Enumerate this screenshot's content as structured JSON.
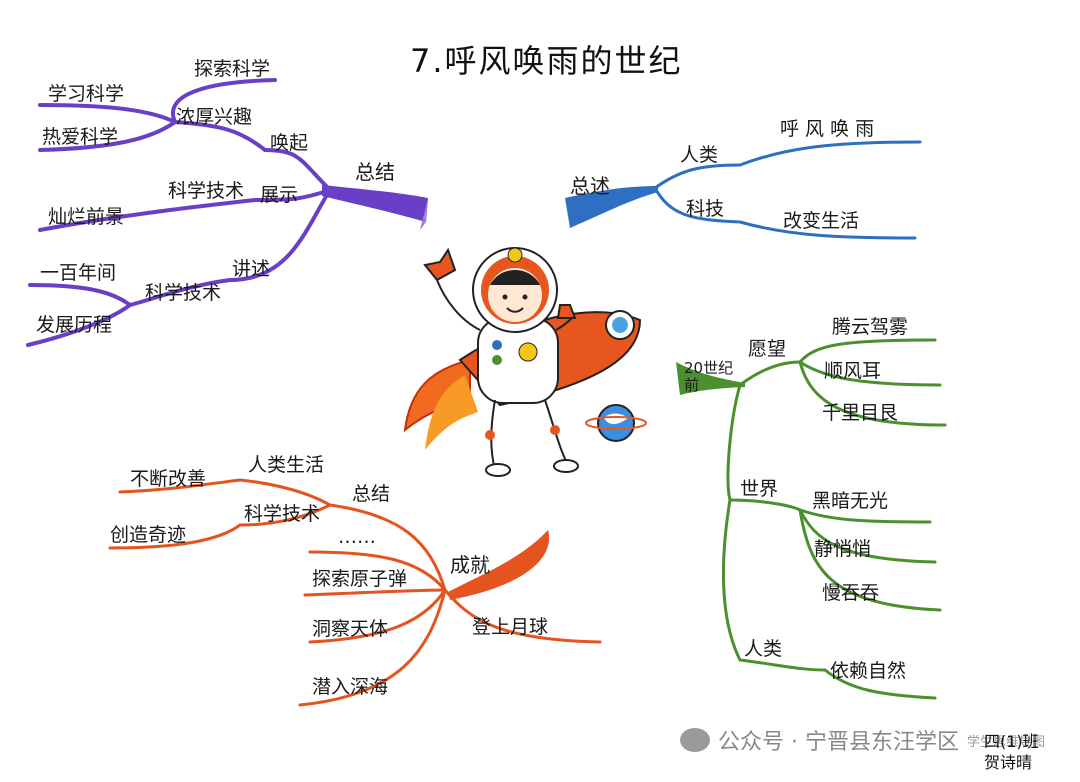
{
  "title": "7.呼风唤雨的世纪",
  "colors": {
    "purple": "#6a3fc8",
    "blue": "#2f6fc1",
    "green": "#4c8f2e",
    "orange": "#e5531f"
  },
  "branches": {
    "top_left": {
      "root": "总结",
      "a": {
        "label": "唤起",
        "mid": "浓厚兴趣",
        "leaves": [
          "探索科学",
          "学习科学",
          "热爱科学"
        ]
      },
      "b": {
        "label": "展示",
        "mid": "科学技术",
        "leaves": [
          "灿烂前景"
        ]
      },
      "c": {
        "label": "讲述",
        "mid": "科学技术",
        "leaves": [
          "一百年间",
          "发展历程"
        ]
      }
    },
    "top_right": {
      "root": "总述",
      "a": {
        "label": "人类",
        "leaf": "呼 风 唤 雨"
      },
      "b": {
        "label": "科技",
        "leaf": "改变生活"
      }
    },
    "bottom_right": {
      "root": "20世纪前",
      "a": {
        "label": "愿望",
        "leaves": [
          "腾云驾雾",
          "顺风耳",
          "千里目艮"
        ]
      },
      "b": {
        "label": "世界",
        "leaves": [
          "黑暗无光",
          "静悄悄",
          "慢吞吞"
        ]
      },
      "c": {
        "label": "人类",
        "leaves": [
          "依赖自然"
        ]
      }
    },
    "bottom_left": {
      "root": "成就",
      "summary": "总结",
      "a": {
        "label": "人类生活",
        "leaf": "不断改善"
      },
      "b": {
        "label": "科学技术",
        "leaf": "创造奇迹"
      },
      "items": [
        "……",
        "探索原子弹",
        "洞察天体",
        "潜入深海"
      ],
      "right_item": "登上月球"
    }
  },
  "watermark": {
    "text": "公众号 · 宁晋县东汪学区",
    "sub": "学生思维导图"
  },
  "author": {
    "class_name": "四(1)班",
    "name": "贺诗晴"
  }
}
